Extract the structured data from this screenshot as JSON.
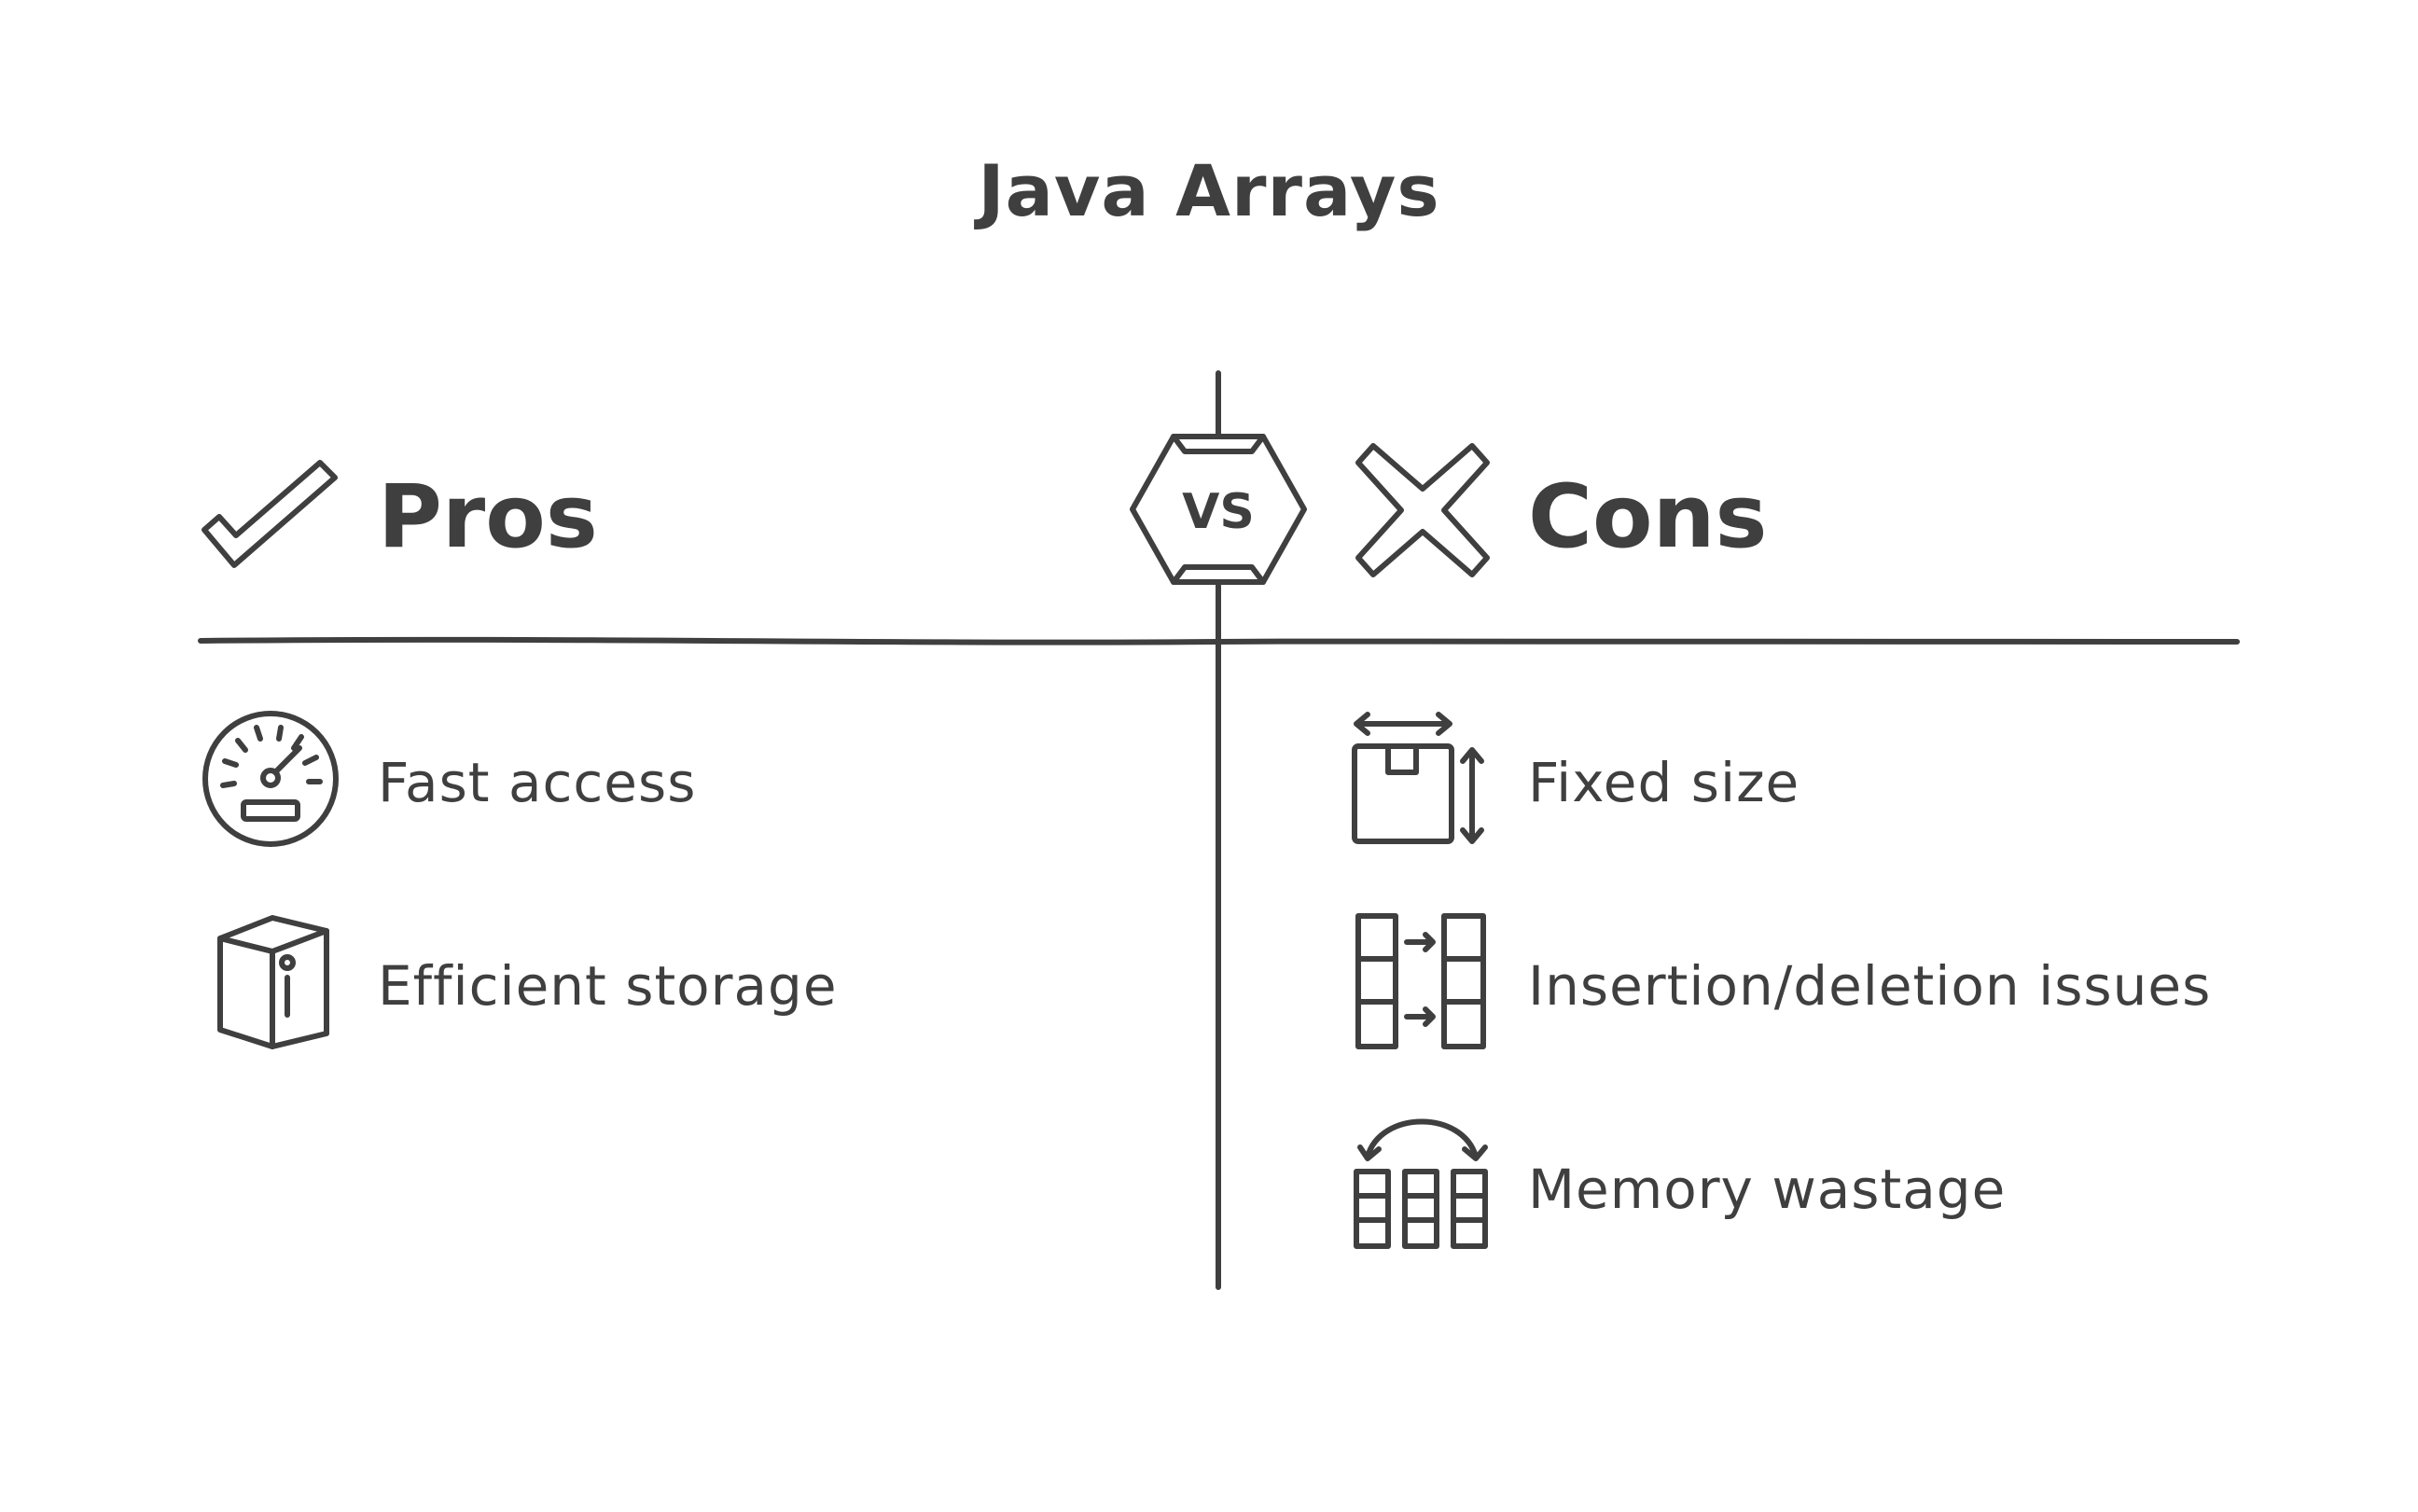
{
  "title": "Java Arrays",
  "vs_label": "VS",
  "pros": {
    "heading": "Pros",
    "items": [
      {
        "label": "Fast access",
        "icon": "speedometer-icon"
      },
      {
        "label": "Efficient storage",
        "icon": "storage-box-icon"
      }
    ]
  },
  "cons": {
    "heading": "Cons",
    "items": [
      {
        "label": "Fixed size",
        "icon": "fixed-size-box-icon"
      },
      {
        "label": "Insertion/deletion issues",
        "icon": "shift-blocks-icon"
      },
      {
        "label": "Memory wastage",
        "icon": "memory-blocks-icon"
      }
    ]
  }
}
